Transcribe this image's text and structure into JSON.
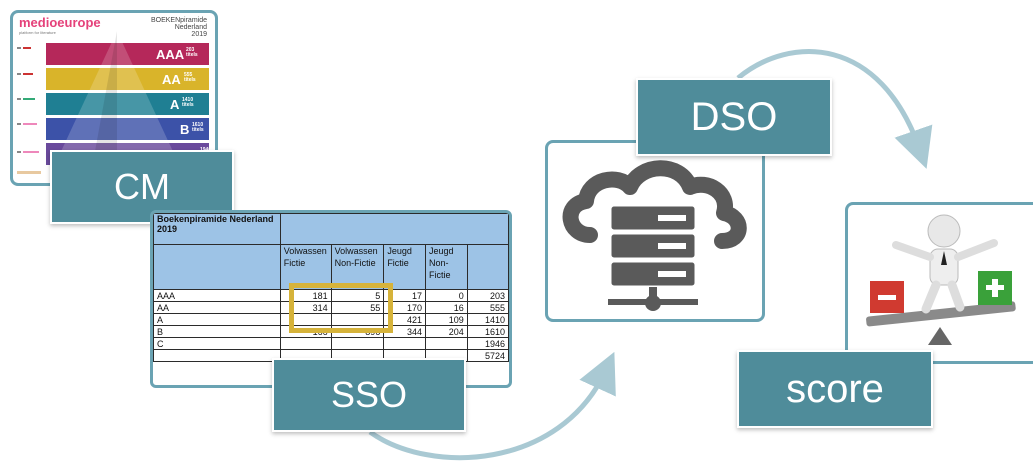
{
  "labels": {
    "cm": "CM",
    "sso": "SSO",
    "dso": "DSO",
    "score": "score"
  },
  "pyramid": {
    "logo": "medioeurope",
    "logo_sub": "platform for literature",
    "title_line1": "BOEKENpiramide",
    "title_line2": "Nederland",
    "title_line3": "2019",
    "bands": [
      {
        "label": "AAA",
        "count": "203",
        "unit": "titels",
        "color": "#b5285a"
      },
      {
        "label": "AA",
        "count": "555",
        "unit": "titels",
        "color": "#d9b42a"
      },
      {
        "label": "A",
        "count": "1410",
        "unit": "titels",
        "color": "#1f7f93"
      },
      {
        "label": "B",
        "count": "1610",
        "unit": "titels",
        "color": "#3c52a8"
      },
      {
        "label": "C",
        "count": "1946",
        "unit": "titels",
        "color": "#6a4a9c"
      }
    ]
  },
  "table": {
    "title": "Boekenpiramide Nederland 2019",
    "columns": [
      "Volwassen Fictie",
      "Volwassen Non-Fictie",
      "Jeugd Fictie",
      "Jeugd Non-Fictie",
      ""
    ],
    "rows": [
      {
        "label": "AAA",
        "values": [
          "181",
          "5",
          "17",
          "0",
          "203"
        ]
      },
      {
        "label": "AA",
        "values": [
          "314",
          "55",
          "170",
          "16",
          "555"
        ]
      },
      {
        "label": "A",
        "values": [
          "",
          "",
          "421",
          "109",
          "1410"
        ]
      },
      {
        "label": "B",
        "values": [
          "166",
          "896",
          "344",
          "204",
          "1610"
        ]
      },
      {
        "label": "C",
        "values": [
          "",
          "",
          "",
          "",
          "1946"
        ]
      },
      {
        "label": "",
        "values": [
          "",
          "",
          "",
          "",
          "5724"
        ]
      }
    ]
  },
  "colors": {
    "label_bg": "#4f8c9a",
    "card_border": "#6aa3b3",
    "arrow": "#a9c9d3",
    "highlight": "#d6b33a"
  },
  "icons": {
    "cloud": "cloud-server-icon",
    "score": "balance-scale-person-icon",
    "minus": "minus-icon",
    "plus": "plus-icon"
  }
}
